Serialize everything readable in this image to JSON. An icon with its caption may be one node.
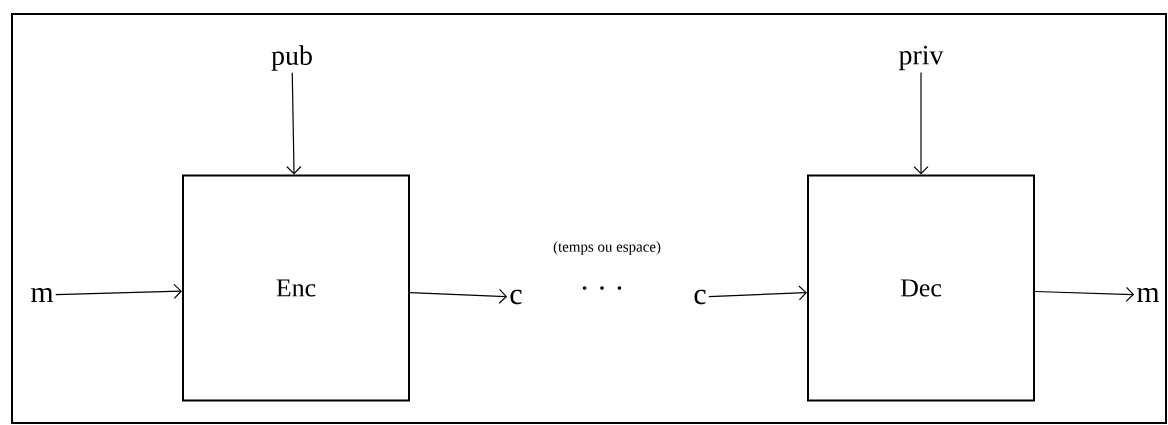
{
  "diagram": {
    "nodes": [
      {
        "text": [
          "m"
        ]
      },
      {
        "text": [
          "pub"
        ]
      },
      {
        "text": [
          "Enc"
        ]
      },
      {
        "text": [
          "c"
        ]
      },
      {
        "text": [
          "c"
        ]
      },
      {
        "text": [
          "priv"
        ]
      },
      {
        "text": [
          "Dec"
        ]
      },
      {
        "text": [
          "m"
        ]
      }
    ],
    "edges": [
      {
        "from": 0,
        "to": 2,
        "arrow": "to"
      },
      {
        "from": 1,
        "to": 2,
        "arrow": "to"
      },
      {
        "from": 2,
        "to": 3,
        "arrow": "to"
      },
      {
        "from": 4,
        "to": 6,
        "arrow": "to"
      },
      {
        "from": 5,
        "to": 6,
        "arrow": "to"
      },
      {
        "from": 6,
        "to": 7,
        "arrow": "to"
      }
    ],
    "labels": [
      "(temps ou espace)",
      "· · ·"
    ]
  }
}
